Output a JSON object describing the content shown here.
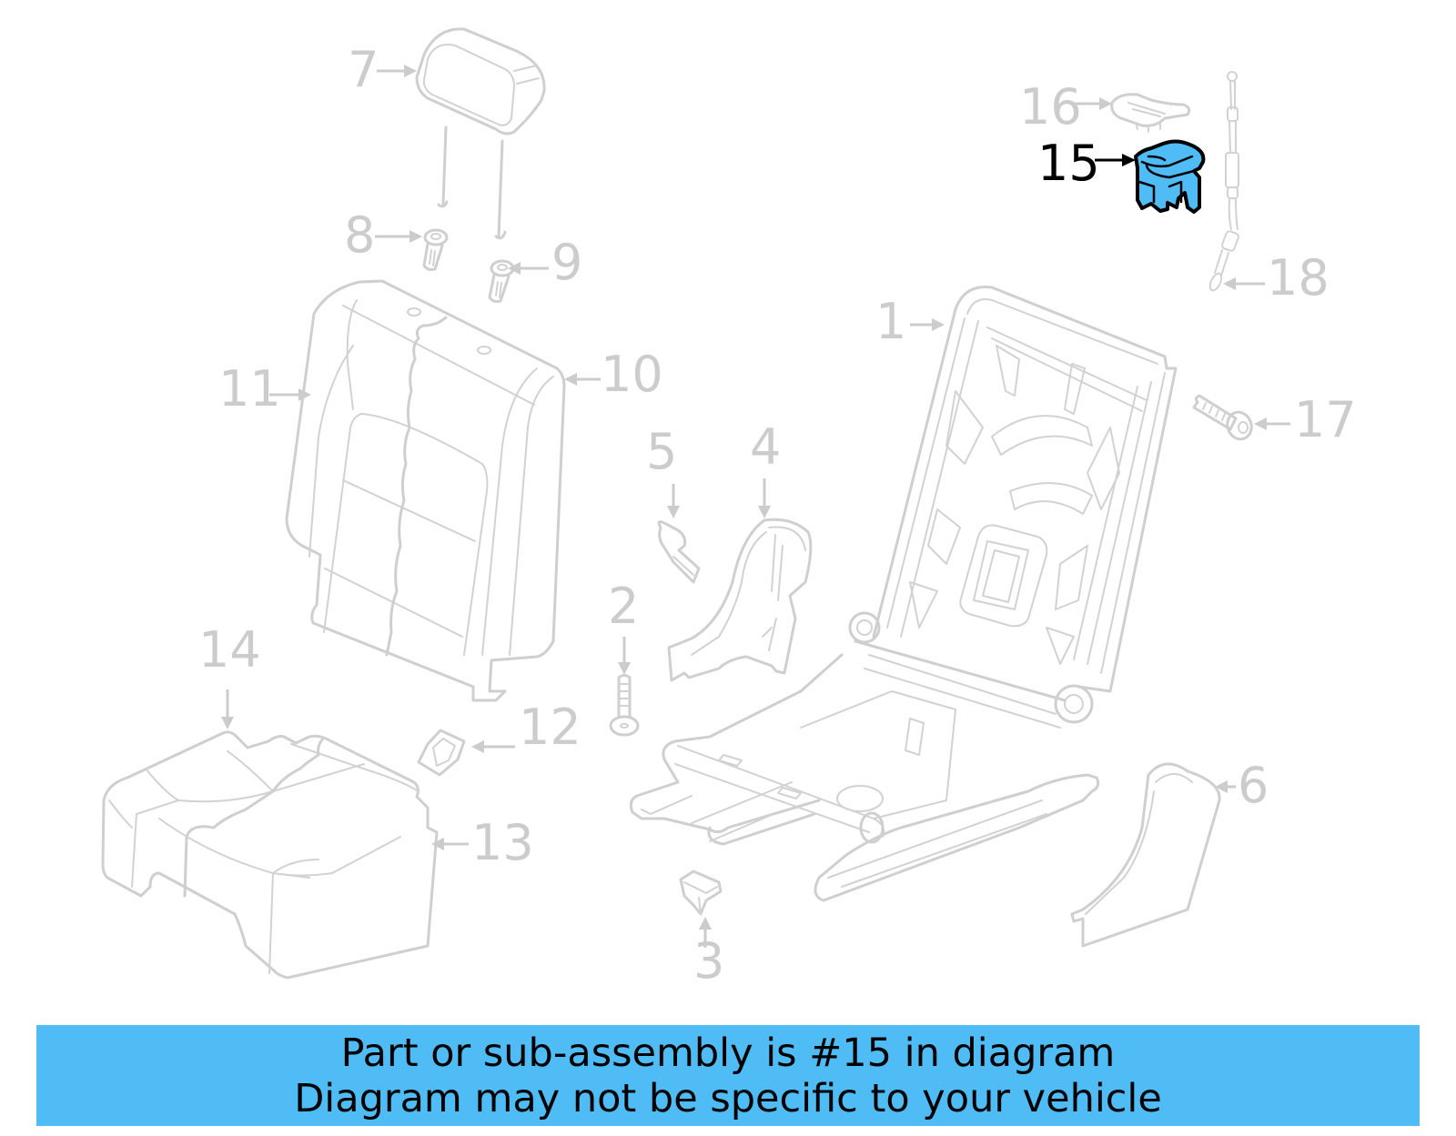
{
  "diagram": {
    "highlighted_part": "15",
    "highlight_color": "#4fbcf5",
    "inactive_color": "#cccccc",
    "callouts": [
      {
        "id": "1",
        "label": "1",
        "part": "seat-back-frame"
      },
      {
        "id": "2",
        "label": "2",
        "part": "screw"
      },
      {
        "id": "3",
        "label": "3",
        "part": "clip"
      },
      {
        "id": "4",
        "label": "4",
        "part": "inner-recliner-cover"
      },
      {
        "id": "5",
        "label": "5",
        "part": "cover-clip"
      },
      {
        "id": "6",
        "label": "6",
        "part": "outer-trim-cover"
      },
      {
        "id": "7",
        "label": "7",
        "part": "headrest"
      },
      {
        "id": "8",
        "label": "8",
        "part": "headrest-guide-left"
      },
      {
        "id": "9",
        "label": "9",
        "part": "headrest-guide-right"
      },
      {
        "id": "10",
        "label": "10",
        "part": "seat-back-cover"
      },
      {
        "id": "11",
        "label": "11",
        "part": "seat-back-pad"
      },
      {
        "id": "12",
        "label": "12",
        "part": "bracket-clip"
      },
      {
        "id": "13",
        "label": "13",
        "part": "cushion-pad"
      },
      {
        "id": "14",
        "label": "14",
        "part": "cushion-cover"
      },
      {
        "id": "15",
        "label": "15",
        "part": "release-handle"
      },
      {
        "id": "16",
        "label": "16",
        "part": "handle-bezel"
      },
      {
        "id": "17",
        "label": "17",
        "part": "bolt"
      },
      {
        "id": "18",
        "label": "18",
        "part": "release-cable"
      }
    ]
  },
  "banner": {
    "line1": "Part or sub-assembly is #15 in diagram",
    "line2": "Diagram may not be specific to your vehicle",
    "background": "#4fbcf5",
    "text_color": "#000000"
  }
}
